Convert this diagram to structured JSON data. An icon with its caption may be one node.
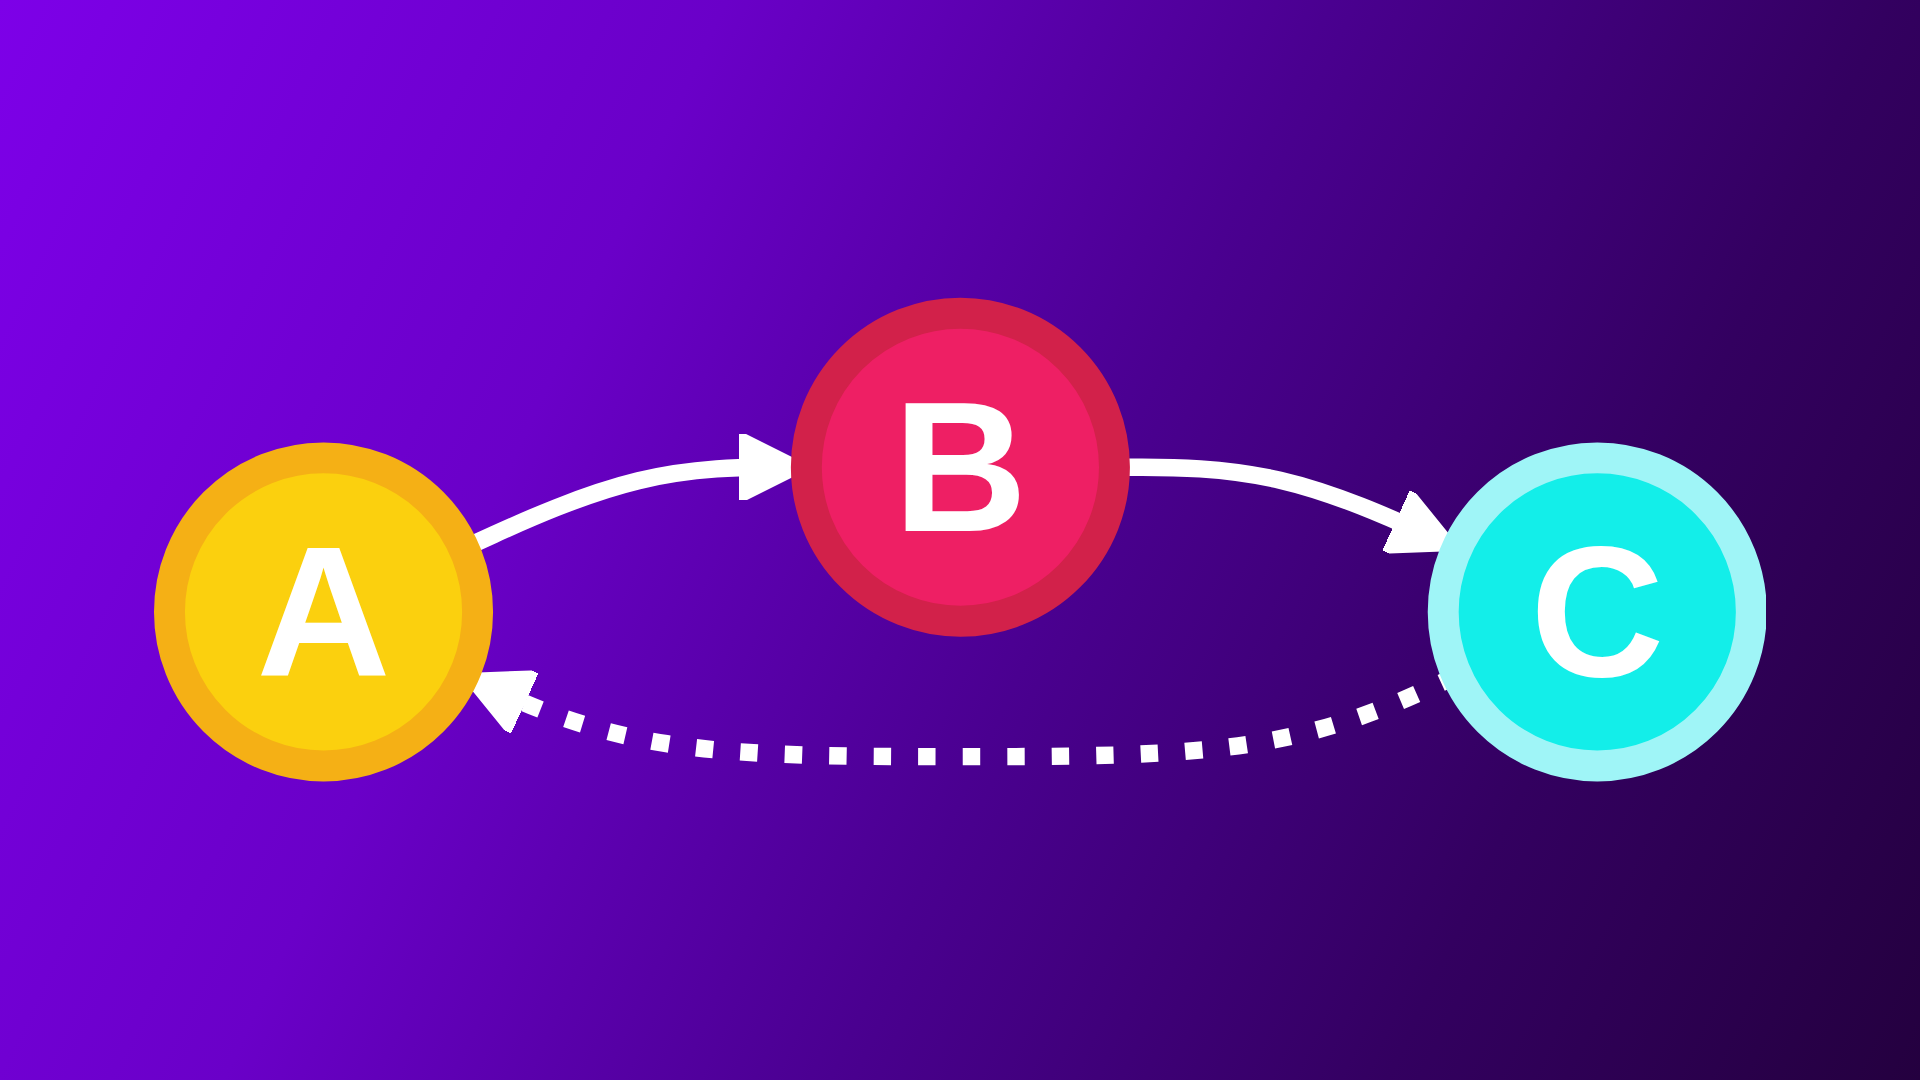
{
  "diagram": {
    "nodes": [
      {
        "text": [
          "A"
        ]
      },
      {
        "text": [
          "B"
        ]
      },
      {
        "text": [
          "C"
        ]
      }
    ],
    "edges": [
      {
        "from": 0,
        "to": 1,
        "arrow": "to"
      },
      {
        "from": 1,
        "to": 2,
        "arrow": "to"
      },
      {
        "from": 2,
        "to": 0,
        "arrow": "to",
        "style": "dashed"
      }
    ]
  }
}
